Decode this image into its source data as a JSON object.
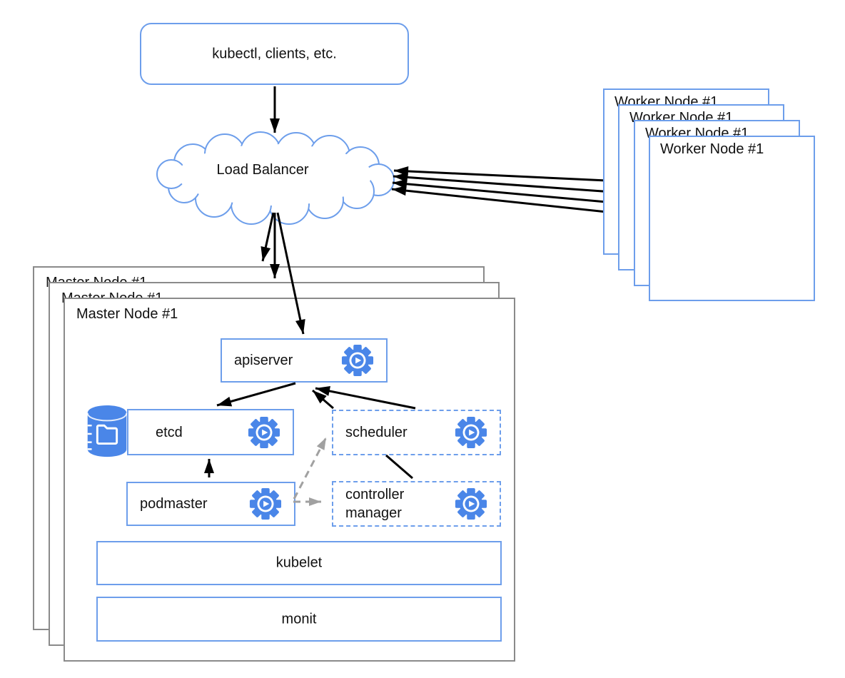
{
  "clients_box": {
    "label": "kubectl, clients, etc."
  },
  "load_balancer": {
    "label": "Load Balancer"
  },
  "worker_nodes": {
    "count": 4,
    "labels": [
      "Worker Node #1",
      "Worker Node #1",
      "Worker Node #1",
      "Worker Node #1"
    ]
  },
  "master_nodes": {
    "count": 3,
    "labels": [
      "Master Node #1",
      "Master Node #1",
      "Master Node #1"
    ]
  },
  "components": {
    "apiserver": {
      "label": "apiserver"
    },
    "etcd": {
      "label": "etcd"
    },
    "scheduler": {
      "label": "scheduler"
    },
    "controller_manager": {
      "label": "controller manager"
    },
    "podmaster": {
      "label": "podmaster"
    },
    "kubelet": {
      "label": "kubelet"
    },
    "monit": {
      "label": "monit"
    }
  },
  "icons": {
    "gear_play": "gear-play-icon",
    "database": "database-cylinder-icon",
    "folder": "folder-icon",
    "cloud": "cloud-shape"
  },
  "colors": {
    "node_border_blue": "#6d9eeb",
    "master_border_gray": "#8a8a8a",
    "icon_blue": "#4a86e8",
    "arrow_black": "#000000",
    "arrow_gray_dashed": "#a1a1a1",
    "background": "#ffffff",
    "text": "#111111"
  },
  "connections": [
    {
      "from": "kubectl-clients",
      "to": "load-balancer",
      "style": "solid-black"
    },
    {
      "from": "worker-node-1..4",
      "to": "load-balancer",
      "style": "solid-black"
    },
    {
      "from": "load-balancer",
      "to": "master-node-1..3 / apiserver",
      "style": "solid-black"
    },
    {
      "from": "apiserver",
      "to": "etcd",
      "style": "solid-black"
    },
    {
      "from": "scheduler",
      "to": "apiserver",
      "style": "solid-black"
    },
    {
      "from": "controller-manager",
      "to": "apiserver",
      "style": "solid-black"
    },
    {
      "from": "podmaster",
      "to": "etcd",
      "style": "solid-black"
    },
    {
      "from": "podmaster",
      "to": "scheduler",
      "style": "dashed-gray"
    },
    {
      "from": "podmaster",
      "to": "controller-manager",
      "style": "dashed-gray"
    }
  ]
}
